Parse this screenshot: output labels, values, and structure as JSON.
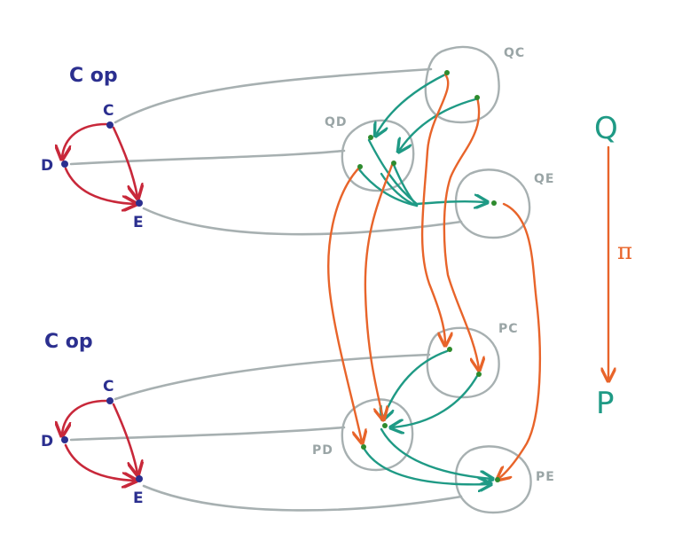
{
  "top_category": {
    "label": "C op",
    "objects": {
      "c": "C",
      "d": "D",
      "e": "E"
    }
  },
  "bottom_category": {
    "label": "C op",
    "objects": {
      "c": "C",
      "d": "D",
      "e": "E"
    }
  },
  "q_sets": {
    "c": "QC",
    "d": "QD",
    "e": "QE"
  },
  "p_sets": {
    "c": "PC",
    "d": "PD",
    "e": "PE"
  },
  "functor_map": {
    "source": "Q",
    "map": "π",
    "target": "P"
  },
  "colors": {
    "category": "#2b2f8f",
    "category_arrows": "#c8283a",
    "functor_arrows": "#1f9a85",
    "projection": "#e8642a",
    "connectors": "#a7b0b1"
  }
}
